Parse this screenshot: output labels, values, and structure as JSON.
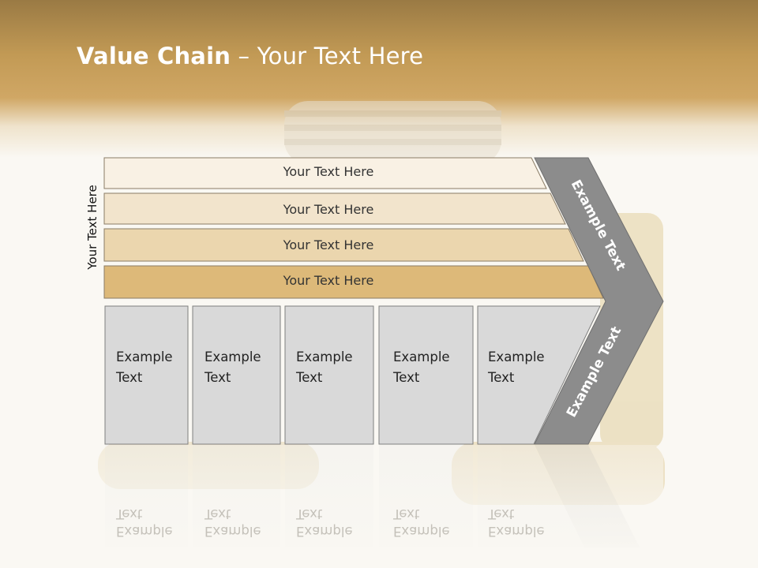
{
  "title": {
    "bold": "Value Chain",
    "rest": " – Your Text Here"
  },
  "side_label": "Your Text Here",
  "bars": [
    {
      "label": "Your Text Here",
      "fill": "#f9f1e4"
    },
    {
      "label": "Your Text Here",
      "fill": "#f2e4cc"
    },
    {
      "label": "Your Text Here",
      "fill": "#ebd6ae"
    },
    {
      "label": "Your Text Here",
      "fill": "#ddb979"
    }
  ],
  "cards": [
    {
      "label": "Example\nText"
    },
    {
      "label": "Example\nText"
    },
    {
      "label": "Example\nText"
    },
    {
      "label": "Example\nText"
    },
    {
      "label": "Example\nText"
    }
  ],
  "chevron_upper_label": "Example Text",
  "chevron_lower_label": "Example Text",
  "colors": {
    "header": "#c29a55",
    "card_fill": "#d9d9d9",
    "chevron_fill": "#8c8c8c",
    "outline": "#7f7f7f"
  }
}
